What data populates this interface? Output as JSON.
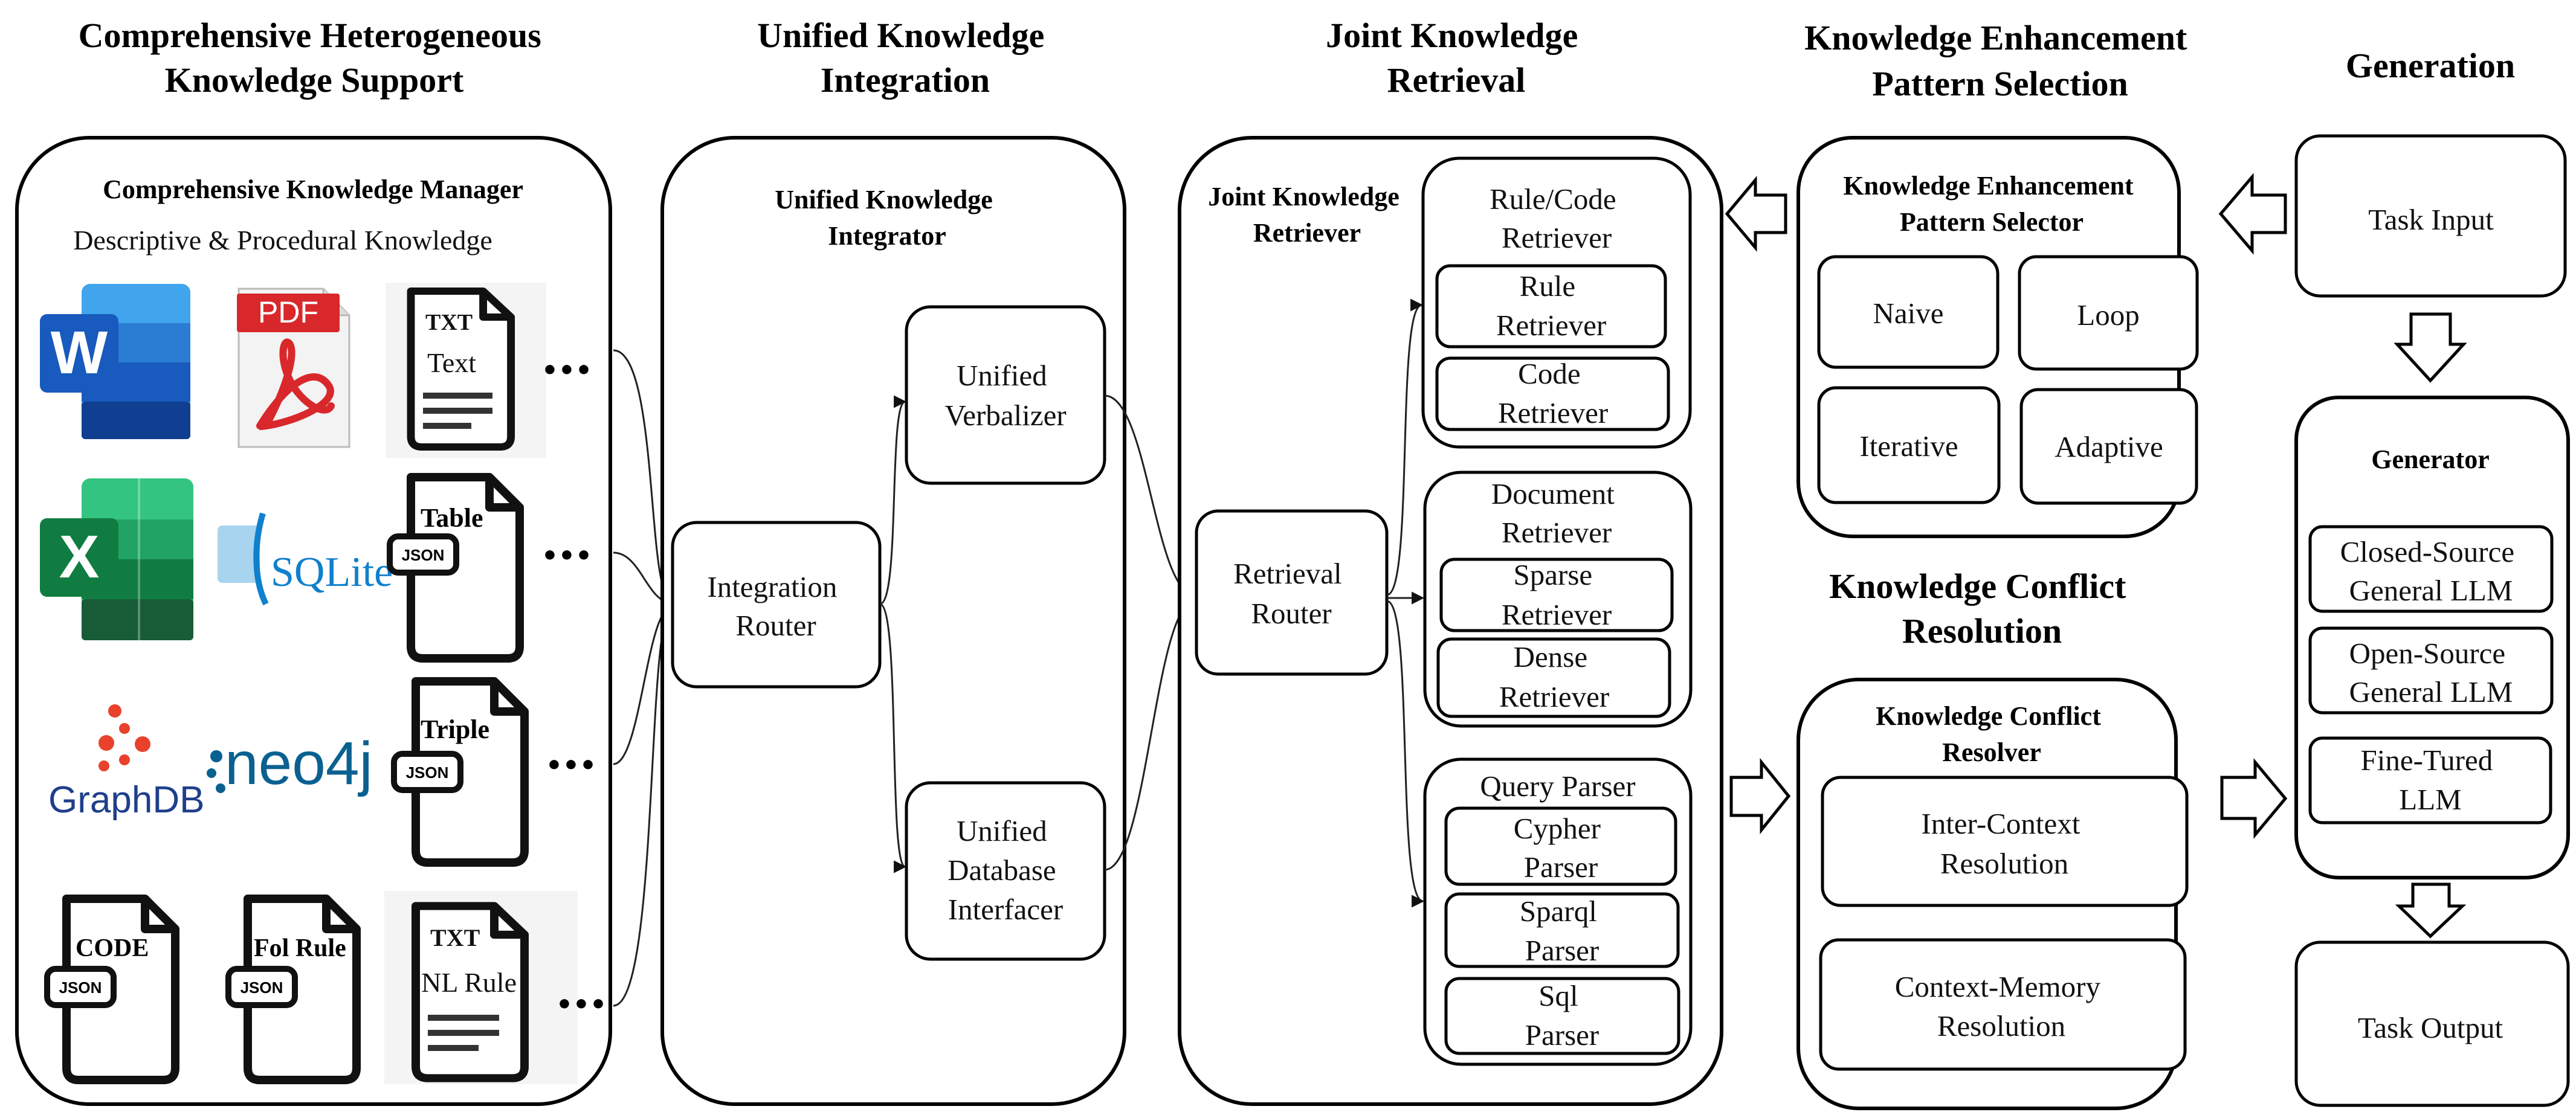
{
  "columns": {
    "c1": [
      "Comprehensive Heterogeneous",
      "Knowledge Support"
    ],
    "c2": [
      "Unified Knowledge",
      "Integration"
    ],
    "c3": [
      "Joint Knowledge",
      "Retrieval"
    ],
    "c4": [
      "Knowledge Enhancement",
      "Pattern Selection"
    ],
    "c5": [
      "Generation"
    ]
  },
  "manager": {
    "title": "Comprehensive Knowledge Manager",
    "subtitle": "Descriptive & Procedural Knowledge",
    "ellipsis": "•••",
    "icons": {
      "word_letter": "W",
      "pdf_tag": "PDF",
      "excel_letter": "X",
      "sqlite": "SQLite",
      "neo4j": "neo4j",
      "graphdb": "GraphDB",
      "txt_tag": "TXT",
      "json_tag": "JSON"
    },
    "docs": {
      "text": "Text",
      "table": "Table",
      "triple": "Triple",
      "code": "CODE",
      "fol_rule": "Fol Rule",
      "nl_rule": "NL Rule"
    }
  },
  "integrator": {
    "title": [
      "Unified Knowledge",
      "Integrator"
    ],
    "router": [
      "Integration",
      "Router"
    ],
    "verbalizer": [
      "Unified",
      "Verbalizer"
    ],
    "db_interfacer": [
      "Unified",
      "Database",
      "Interfacer"
    ]
  },
  "retriever": {
    "title": [
      "Joint Knowledge",
      "Retriever"
    ],
    "router": [
      "Retrieval",
      "Router"
    ],
    "rule_code_group": [
      "Rule/Code",
      "Retriever"
    ],
    "rule_retriever": [
      "Rule",
      "Retriever"
    ],
    "code_retriever": [
      "Code",
      "Retriever"
    ],
    "document_group": [
      "Document",
      "Retriever"
    ],
    "sparse_retriever": [
      "Sparse",
      "Retriever"
    ],
    "dense_retriever": [
      "Dense",
      "Retriever"
    ],
    "query_group": "Query Parser",
    "cypher_parser": [
      "Cypher",
      "Parser"
    ],
    "sparql_parser": [
      "Sparql",
      "Parser"
    ],
    "sql_parser": [
      "Sql",
      "Parser"
    ]
  },
  "pattern": {
    "title": [
      "Knowledge Enhancement",
      "Pattern Selector"
    ],
    "options": [
      "Naive",
      "Loop",
      "Iterative",
      "Adaptive"
    ]
  },
  "conflict": {
    "heading": [
      "Knowledge Conflict",
      "Resolution"
    ],
    "title": [
      "Knowledge Conflict",
      "Resolver"
    ],
    "inter_context": [
      "Inter-Context",
      "Resolution"
    ],
    "context_memory": [
      "Context-Memory",
      "Resolution"
    ]
  },
  "generation": {
    "task_input": "Task Input",
    "generator_title": "Generator",
    "closed_source": [
      "Closed-Source",
      "General LLM"
    ],
    "open_source": [
      "Open-Source",
      "General LLM"
    ],
    "fine_tuned": [
      "Fine-Tured",
      "LLM"
    ],
    "task_output": "Task Output"
  },
  "colors": {
    "word": "#185abd",
    "pdf": "#d9282c",
    "excel": "#107c41",
    "sqlite": "#0f80cc",
    "neo4j": "#0a6190",
    "graphdb": "#1e3f8a",
    "graphdb_dot": "#e8422d"
  }
}
